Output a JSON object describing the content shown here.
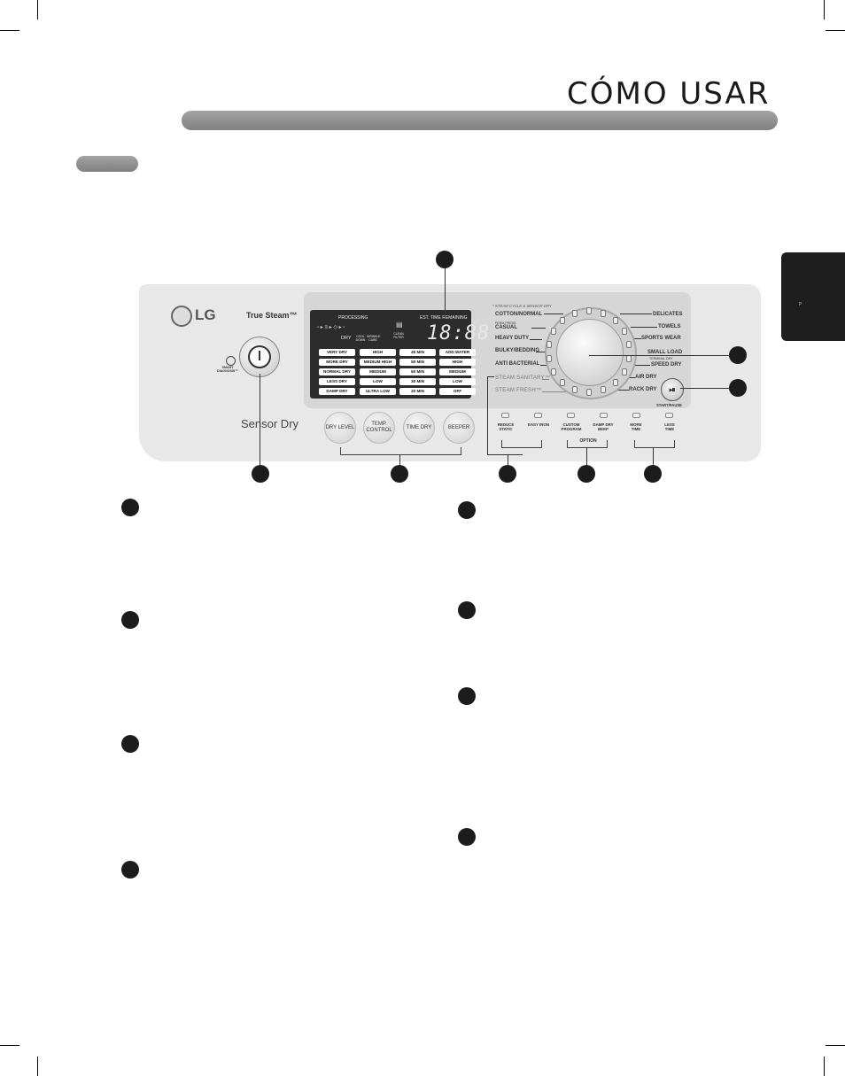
{
  "page": {
    "title": "CÓMO USAR",
    "side_tab_text": "P"
  },
  "panel": {
    "brand": "LG",
    "true_steam": "True Steam™",
    "sensor_dry": "Sensor Dry",
    "smart_diagnosis": "SMART DIAGNOSIS™",
    "display": {
      "processing": "PROCESSING",
      "est_time": "EST. TIME REMAINING",
      "digits": "18:88",
      "dry": "DRY",
      "cool_down": "COOL DOWN",
      "wrinkle_care": "WRINKLE CARE",
      "clean_filter": "CLEAN FILTER",
      "table": [
        [
          "VERY DRY",
          "HIGH",
          "40 MIN",
          "ADD WATER"
        ],
        [
          "MORE DRY",
          "MEDIUM HIGH",
          "50 MIN",
          "HIGH"
        ],
        [
          "NORMAL DRY",
          "MEDIUM",
          "60 MIN",
          "MEDIUM"
        ],
        [
          "LESS DRY",
          "LOW",
          "30 MIN",
          "LOW"
        ],
        [
          "DAMP DRY",
          "ULTRA LOW",
          "20 MIN",
          "OFF"
        ]
      ]
    },
    "buttons": {
      "dry_level": "DRY LEVEL",
      "temp_control": "TEMP. CONTROL",
      "time_dry": "TIME DRY",
      "beeper": "BEEPER"
    },
    "cycles_left": [
      "COTTON/NORMAL",
      "CASUAL",
      "HEAVY DUTY",
      "BULKY/BEDDING",
      "ANTI BACTERIAL"
    ],
    "cycles_steam": [
      "STEAM SANITARY™",
      "STEAM FRESH™"
    ],
    "cycles_right": [
      "DELICATES",
      "TOWELS",
      "SPORTS WEAR",
      "SMALL LOAD",
      "SPEED DRY",
      "AIR DRY",
      "RACK DRY"
    ],
    "steam_header": "* STEAM CYCLE & SENSOR DRY",
    "perm_press": "PERM PRESS",
    "terminal_dry": "TERMINAL DRY",
    "start_pause": "START/PAUSE",
    "start_pause_glyph": "⏯",
    "options": {
      "reduce_static": "REDUCE STATIC",
      "easy_iron": "EASY IRON",
      "custom_program": "CUSTOM PROGRAM",
      "damp_dry_beep": "DAMP DRY BEEP",
      "option_label": "OPTION",
      "more_time": "MORE TIME",
      "less_time": "LESS TIME"
    }
  }
}
